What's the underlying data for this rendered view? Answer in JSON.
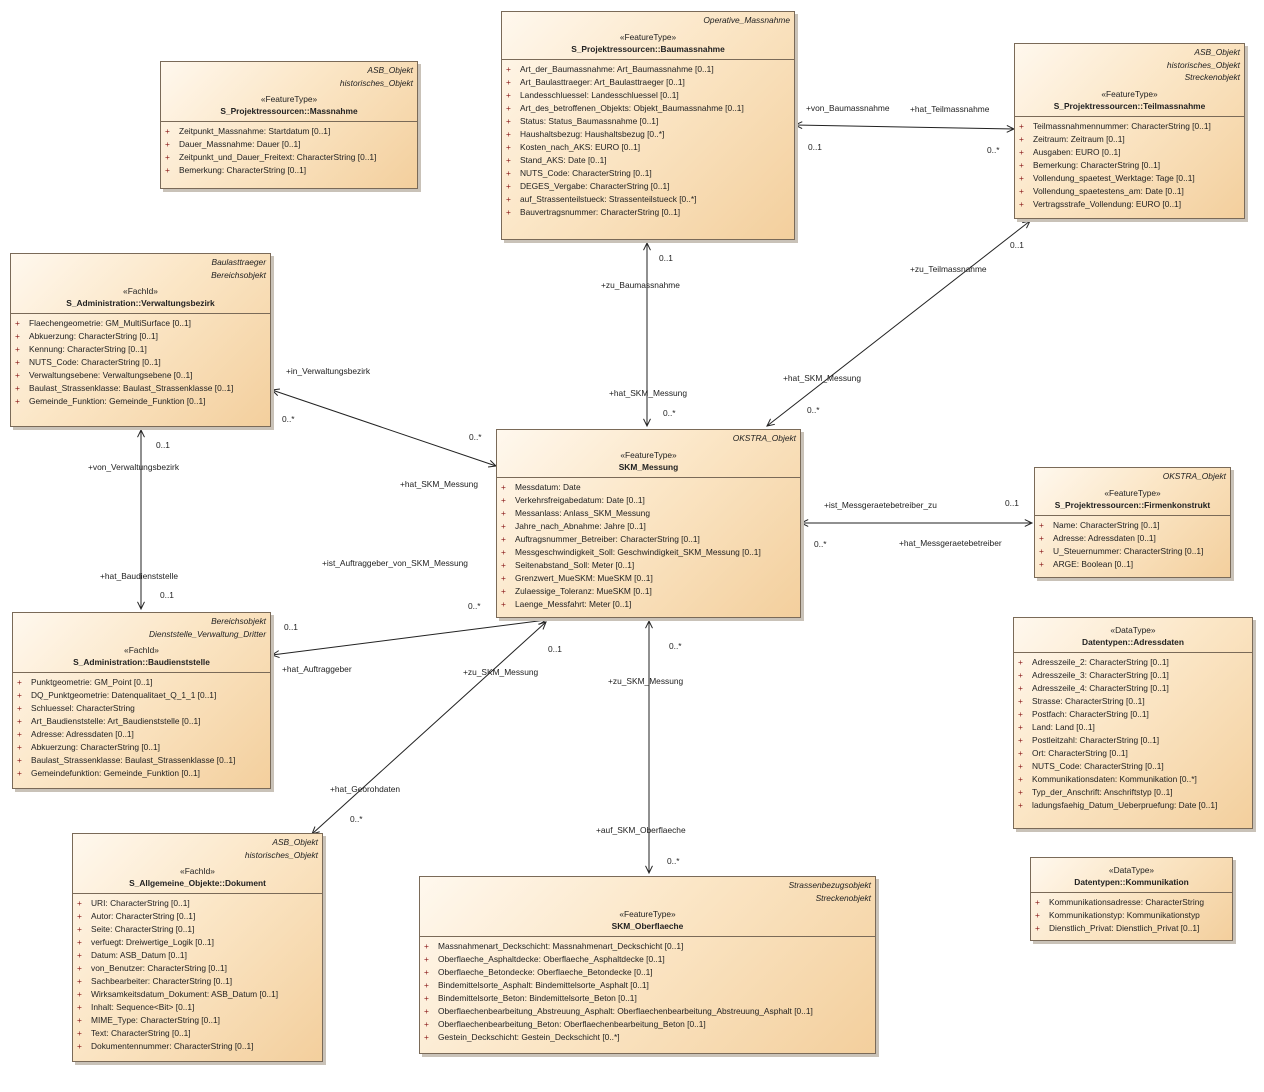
{
  "classes": [
    {
      "id": "massnahme",
      "parents": [
        "ASB_Objekt",
        "historisches_Objekt"
      ],
      "stereotype": "«FeatureType»",
      "name": "S_Projektressourcen::Massnahme",
      "attributes": [
        "Zeitpunkt_Massnahme: Startdatum [0..1]",
        "Dauer_Massnahme: Dauer [0..1]",
        "Zeitpunkt_und_Dauer_Freitext: CharacterString [0..1]",
        "Bemerkung: CharacterString [0..1]"
      ]
    },
    {
      "id": "baumassnahme",
      "parents": [
        "Operative_Massnahme"
      ],
      "stereotype": "«FeatureType»",
      "name": "S_Projektressourcen::Baumassnahme",
      "attributes": [
        "Art_der_Baumassnahme: Art_Baumassnahme [0..1]",
        "Art_Baulasttraeger: Art_Baulasttraeger [0..1]",
        "Landesschluessel: Landesschluessel [0..1]",
        "Art_des_betroffenen_Objekts: Objekt_Baumassnahme [0..1]",
        "Status: Status_Baumassnahme [0..1]",
        "Haushaltsbezug: Haushaltsbezug [0..*]",
        "Kosten_nach_AKS: EURO [0..1]",
        "Stand_AKS: Date [0..1]",
        "NUTS_Code: CharacterString [0..1]",
        "DEGES_Vergabe: CharacterString [0..1]",
        "auf_Strassenteilstueck: Strassenteilstueck [0..*]",
        "Bauvertragsnummer: CharacterString [0..1]"
      ]
    },
    {
      "id": "teilmassnahme",
      "parents": [
        "ASB_Objekt",
        "historisches_Objekt",
        "Streckenobjekt"
      ],
      "stereotype": "«FeatureType»",
      "name": "S_Projektressourcen::Teilmassnahme",
      "attributes": [
        "Teilmassnahmennummer: CharacterString [0..1]",
        "Zeitraum: Zeitraum [0..1]",
        "Ausgaben: EURO [0..1]",
        "Bemerkung: CharacterString [0..1]",
        "Vollendung_spaetest_Werktage: Tage [0..1]",
        "Vollendung_spaetestens_am: Date [0..1]",
        "Vertragsstrafe_Vollendung: EURO [0..1]"
      ]
    },
    {
      "id": "verwaltungsbezirk",
      "parents": [
        "Baulasttraeger",
        "Bereichsobjekt"
      ],
      "stereotype": "«FachId»",
      "name": "S_Administration::Verwaltungsbezirk",
      "attributes": [
        "Flaechengeometrie: GM_MultiSurface [0..1]",
        "Abkuerzung: CharacterString [0..1]",
        "Kennung: CharacterString [0..1]",
        "NUTS_Code: CharacterString [0..1]",
        "Verwaltungsebene: Verwaltungsebene [0..1]",
        "Baulast_Strassenklasse: Baulast_Strassenklasse [0..1]",
        "Gemeinde_Funktion: Gemeinde_Funktion [0..1]"
      ]
    },
    {
      "id": "skm_messung",
      "parents": [
        "OKSTRA_Objekt"
      ],
      "stereotype": "«FeatureType»",
      "name": "SKM_Messung",
      "attributes": [
        "Messdatum: Date",
        "Verkehrsfreigabedatum: Date [0..1]",
        "Messanlass: Anlass_SKM_Messung",
        "Jahre_nach_Abnahme: Jahre [0..1]",
        "Auftragsnummer_Betreiber: CharacterString [0..1]",
        "Messgeschwindigkeit_Soll: Geschwindigkeit_SKM_Messung [0..1]",
        "Seitenabstand_Soll: Meter [0..1]",
        "Grenzwert_MueSKM: MueSKM [0..1]",
        "Zulaessige_Toleranz: MueSKM [0..1]",
        "Laenge_Messfahrt: Meter [0..1]"
      ]
    },
    {
      "id": "firmenkonstrukt",
      "parents": [
        "OKSTRA_Objekt"
      ],
      "stereotype": "«FeatureType»",
      "name": "S_Projektressourcen::Firmenkonstrukt",
      "attributes": [
        "Name: CharacterString [0..1]",
        "Adresse: Adressdaten [0..1]",
        "U_Steuernummer: CharacterString [0..1]",
        "ARGE: Boolean [0..1]"
      ]
    },
    {
      "id": "baudienststelle",
      "parents": [
        "Bereichsobjekt",
        "Dienststelle_Verwaltung_Dritter"
      ],
      "stereotype": "«FachId»",
      "name": "S_Administration::Baudienststelle",
      "attributes": [
        "Punktgeometrie: GM_Point [0..1]",
        "DQ_Punktgeometrie: Datenqualitaet_Q_1_1 [0..1]",
        "Schluessel: CharacterString",
        "Art_Baudienststelle: Art_Baudienststelle [0..1]",
        "Adresse: Adressdaten [0..1]",
        "Abkuerzung: CharacterString [0..1]",
        "Baulast_Strassenklasse: Baulast_Strassenklasse [0..1]",
        "Gemeindefunktion: Gemeinde_Funktion [0..1]"
      ]
    },
    {
      "id": "adressdaten",
      "parents": [],
      "stereotype": "«DataType»",
      "name": "Datentypen::Adressdaten",
      "attributes": [
        "Adresszeile_2: CharacterString [0..1]",
        "Adresszeile_3: CharacterString [0..1]",
        "Adresszeile_4: CharacterString [0..1]",
        "Strasse: CharacterString [0..1]",
        "Postfach: CharacterString [0..1]",
        "Land: Land [0..1]",
        "Postleitzahl: CharacterString [0..1]",
        "Ort: CharacterString [0..1]",
        "NUTS_Code: CharacterString [0..1]",
        "Kommunikationsdaten: Kommunikation [0..*]",
        "Typ_der_Anschrift: Anschriftstyp [0..1]",
        "ladungsfaehig_Datum_Ueberpruefung: Date [0..1]"
      ]
    },
    {
      "id": "dokument",
      "parents": [
        "ASB_Objekt",
        "historisches_Objekt"
      ],
      "stereotype": "«FachId»",
      "name": "S_Allgemeine_Objekte::Dokument",
      "attributes": [
        "URI: CharacterString [0..1]",
        "Autor: CharacterString [0..1]",
        "Seite: CharacterString [0..1]",
        "verfuegt: Dreiwertige_Logik [0..1]",
        "Datum: ASB_Datum [0..1]",
        "von_Benutzer: CharacterString [0..1]",
        "Sachbearbeiter: CharacterString [0..1]",
        "Wirksamkeitsdatum_Dokument: ASB_Datum [0..1]",
        "Inhalt: Sequence<Bit> [0..1]",
        "MIME_Type: CharacterString [0..1]",
        "Text: CharacterString [0..1]",
        "Dokumentennummer: CharacterString [0..1]"
      ]
    },
    {
      "id": "oberflaeche",
      "parents": [
        "Strassenbezugsobjekt",
        "Streckenobjekt"
      ],
      "stereotype": "«FeatureType»",
      "name": "SKM_Oberflaeche",
      "attributes": [
        "Massnahmenart_Deckschicht: Massnahmenart_Deckschicht [0..1]",
        "Oberflaeche_Asphaltdecke: Oberflaeche_Asphaltdecke [0..1]",
        "Oberflaeche_Betondecke: Oberflaeche_Betondecke [0..1]",
        "Bindemittelsorte_Asphalt: Bindemittelsorte_Asphalt [0..1]",
        "Bindemittelsorte_Beton: Bindemittelsorte_Beton [0..1]",
        "Oberflaechenbearbeitung_Abstreuung_Asphalt: Oberflaechenbearbeitung_Abstreuung_Asphalt [0..1]",
        "Oberflaechenbearbeitung_Beton: Oberflaechenbearbeitung_Beton [0..1]",
        "Gestein_Deckschicht: Gestein_Deckschicht [0..*]"
      ]
    },
    {
      "id": "kommunikation",
      "parents": [],
      "stereotype": "«DataType»",
      "name": "Datentypen::Kommunikation",
      "attributes": [
        "Kommunikationsadresse: CharacterString",
        "Kommunikationstyp: Kommunikationstyp",
        "Dienstlich_Privat: Dienstlich_Privat [0..1]"
      ]
    }
  ],
  "visibility_symbol": "+",
  "labels": [
    "+von_Baumassnahme",
    "+hat_Teilmassnahme",
    "0..1",
    "0..*",
    "0..1",
    "+zu_Baumassnahme",
    "+hat_SKM_Messung",
    "0..*",
    "0..1",
    "+zu_Teilmassnahme",
    "+hat_SKM_Messung",
    "0..*",
    "+in_Verwaltungsbezirk",
    "0..*",
    "0..*",
    "+hat_SKM_Messung",
    "0..1",
    "+von_Verwaltungsbezirk",
    "+hat_Baudienststelle",
    "0..1",
    "+ist_Auftraggeber_von_SKM_Messung",
    "0..*",
    "0..1",
    "+hat_Auftraggeber",
    "+ist_Messgeraetebetreiber_zu",
    "0..1",
    "0..*",
    "+hat_Messgeraetebetreiber",
    "0..1",
    "+zu_SKM_Messung",
    "+hat_Georohdaten",
    "0..*",
    "0..*",
    "+zu_SKM_Messung",
    "+auf_SKM_Oberflaeche",
    "0..*"
  ]
}
